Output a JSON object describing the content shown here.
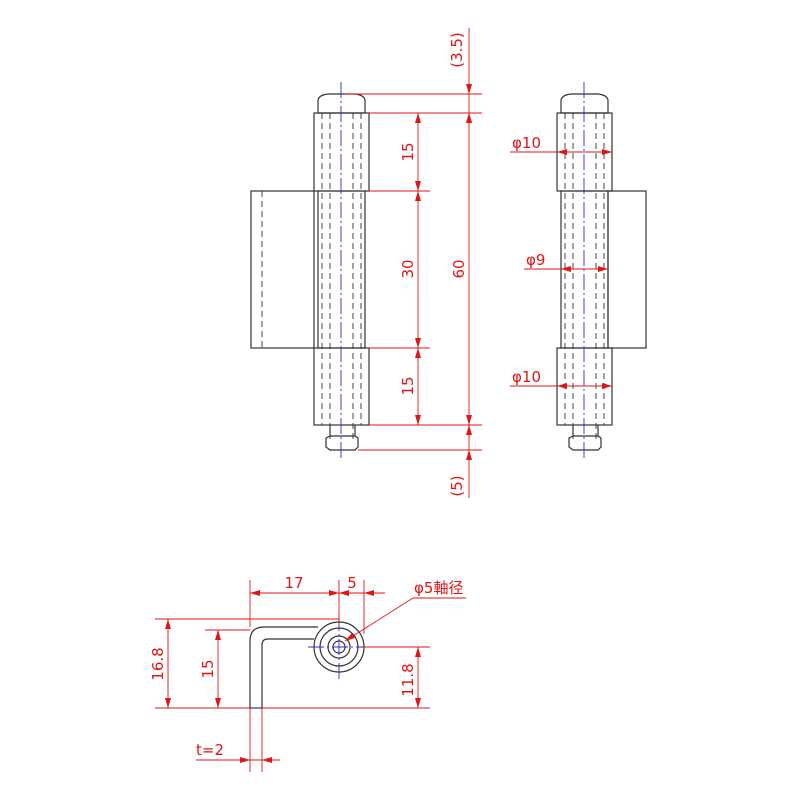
{
  "colors": {
    "outline": "#333333",
    "dimension": "#e01515",
    "centerline": "#2b2bd0",
    "background": "#ffffff"
  },
  "front_view": {
    "dim_pin_top": "(3.5)",
    "dim_upper_knuckle": "15",
    "dim_middle_knuckle": "30",
    "dim_lower_knuckle": "15",
    "dim_total_length": "60",
    "dim_pin_bottom": "(5)"
  },
  "side_view": {
    "dim_upper_diameter": "φ10",
    "dim_middle_diameter": "φ9",
    "dim_lower_diameter": "φ10"
  },
  "top_view": {
    "dim_leaf_width": "17",
    "dim_offset": "5",
    "dim_pin_diameter": "φ5軸径",
    "dim_overall_height": "16.8",
    "dim_leaf_height": "15",
    "dim_axis_height": "11.8",
    "dim_thickness": "t=2"
  }
}
